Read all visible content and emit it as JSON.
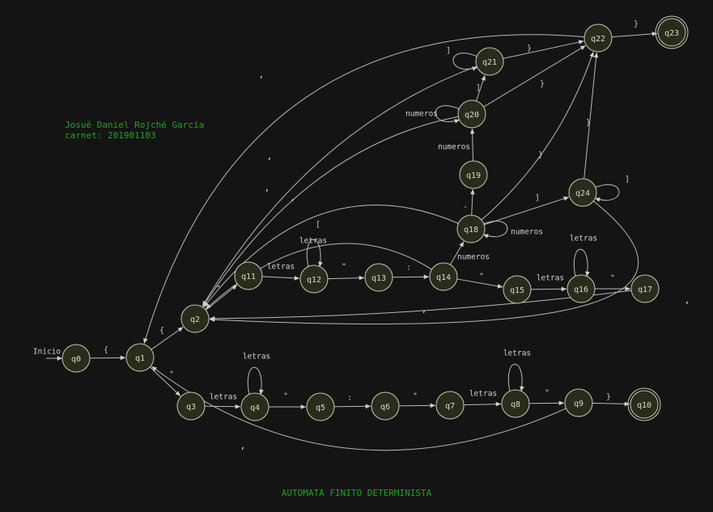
{
  "author": {
    "name": "Josué Daniel Rojché García",
    "carnet": "carnet: 201901103"
  },
  "caption": "AUTOMATA FINITO DETERMINISTA",
  "start_label": "Inicio",
  "colors": {
    "background": "#141414",
    "state_fill": "#2b2b1c",
    "accent": "#1fa31f"
  },
  "states": [
    {
      "id": "q0",
      "label": "q0"
    },
    {
      "id": "q1",
      "label": "q1"
    },
    {
      "id": "q2",
      "label": "q2"
    },
    {
      "id": "q3",
      "label": "q3"
    },
    {
      "id": "q4",
      "label": "q4"
    },
    {
      "id": "q5",
      "label": "q5"
    },
    {
      "id": "q6",
      "label": "q6"
    },
    {
      "id": "q7",
      "label": "q7"
    },
    {
      "id": "q8",
      "label": "q8"
    },
    {
      "id": "q9",
      "label": "q9"
    },
    {
      "id": "q10",
      "label": "q10",
      "accepting": true
    },
    {
      "id": "q11",
      "label": "q11"
    },
    {
      "id": "q12",
      "label": "q12"
    },
    {
      "id": "q13",
      "label": "q13"
    },
    {
      "id": "q14",
      "label": "q14"
    },
    {
      "id": "q15",
      "label": "q15"
    },
    {
      "id": "q16",
      "label": "q16"
    },
    {
      "id": "q17",
      "label": "q17"
    },
    {
      "id": "q18",
      "label": "q18"
    },
    {
      "id": "q19",
      "label": "q19"
    },
    {
      "id": "q20",
      "label": "q20"
    },
    {
      "id": "q21",
      "label": "q21"
    },
    {
      "id": "q22",
      "label": "q22"
    },
    {
      "id": "q23",
      "label": "q23",
      "accepting": true
    },
    {
      "id": "q24",
      "label": "q24"
    }
  ],
  "transitions": [
    {
      "id": "e0",
      "from": "q0",
      "to": "q1",
      "label": "{"
    },
    {
      "id": "e1",
      "from": "q1",
      "to": "q2",
      "label": "{"
    },
    {
      "id": "e2",
      "from": "q1",
      "to": "q3",
      "label": "\""
    },
    {
      "id": "e3",
      "from": "q3",
      "to": "q4",
      "label": "letras"
    },
    {
      "id": "e4",
      "from": "q4",
      "to": "q4",
      "label": "letras"
    },
    {
      "id": "e5",
      "from": "q4",
      "to": "q5",
      "label": "\""
    },
    {
      "id": "e6",
      "from": "q5",
      "to": "q6",
      "label": ":"
    },
    {
      "id": "e7",
      "from": "q6",
      "to": "q7",
      "label": "\""
    },
    {
      "id": "e8",
      "from": "q7",
      "to": "q8",
      "label": "letras"
    },
    {
      "id": "e9",
      "from": "q8",
      "to": "q8",
      "label": "letras"
    },
    {
      "id": "e10",
      "from": "q8",
      "to": "q9",
      "label": "\""
    },
    {
      "id": "e11",
      "from": "q9",
      "to": "q10",
      "label": "}"
    },
    {
      "id": "e12",
      "from": "q9",
      "to": "q1",
      "label": ","
    },
    {
      "id": "e13",
      "from": "q2",
      "to": "q11",
      "label": "\""
    },
    {
      "id": "e14",
      "from": "q11",
      "to": "q12",
      "label": "letras"
    },
    {
      "id": "e15",
      "from": "q12",
      "to": "q12",
      "label": "letras"
    },
    {
      "id": "e16",
      "from": "q12",
      "to": "q13",
      "label": "\""
    },
    {
      "id": "e17",
      "from": "q13",
      "to": "q14",
      "label": ":"
    },
    {
      "id": "e18",
      "from": "q14",
      "to": "q15",
      "label": "\""
    },
    {
      "id": "e19",
      "from": "q15",
      "to": "q16",
      "label": "letras"
    },
    {
      "id": "e20",
      "from": "q16",
      "to": "q16",
      "label": "letras"
    },
    {
      "id": "e21",
      "from": "q16",
      "to": "q17",
      "label": "\""
    },
    {
      "id": "e22",
      "from": "q17",
      "to": "q2",
      "label": ","
    },
    {
      "id": "e23",
      "from": "q14",
      "to": "q18",
      "label": "numeros"
    },
    {
      "id": "e24",
      "from": "q18",
      "to": "q18",
      "label": "numeros"
    },
    {
      "id": "e25",
      "from": "q18",
      "to": "q19",
      "label": "."
    },
    {
      "id": "e26",
      "from": "q19",
      "to": "q20",
      "label": "numeros"
    },
    {
      "id": "e27",
      "from": "q20",
      "to": "q20",
      "label": "numeros"
    },
    {
      "id": "e28",
      "from": "q18",
      "to": "q2",
      "label": ","
    },
    {
      "id": "e29",
      "from": "q20",
      "to": "q2",
      "label": ","
    },
    {
      "id": "e30",
      "from": "q14",
      "to": "q2",
      "label": "["
    },
    {
      "id": "e31",
      "from": "q20",
      "to": "q21",
      "label": "]"
    },
    {
      "id": "e32",
      "from": "q21",
      "to": "q21",
      "label": "]"
    },
    {
      "id": "e33",
      "from": "q21",
      "to": "q22",
      "label": "}"
    },
    {
      "id": "e34",
      "from": "q21",
      "to": "q2",
      "label": ","
    },
    {
      "id": "e35",
      "from": "q20",
      "to": "q22",
      "label": "}"
    },
    {
      "id": "e36",
      "from": "q18",
      "to": "q22",
      "label": "}"
    },
    {
      "id": "e37",
      "from": "q18",
      "to": "q24",
      "label": "]"
    },
    {
      "id": "e38",
      "from": "q24",
      "to": "q24",
      "label": "]"
    },
    {
      "id": "e39",
      "from": "q24",
      "to": "q22",
      "label": "}"
    },
    {
      "id": "e40",
      "from": "q24",
      "to": "q2",
      "label": ","
    },
    {
      "id": "e41",
      "from": "q22",
      "to": "q23",
      "label": "}"
    },
    {
      "id": "e42",
      "from": "q22",
      "to": "q1",
      "label": ","
    }
  ]
}
